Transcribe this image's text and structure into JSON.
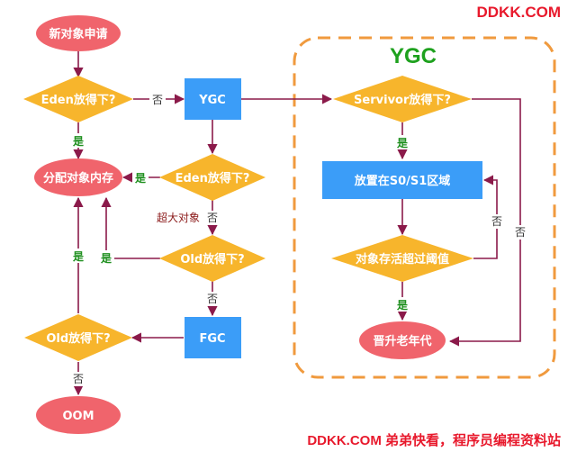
{
  "watermarks": {
    "top": "DDKK.COM",
    "bottom": "DDKK.COM 弟弟快看，程序员编程资料站"
  },
  "region": {
    "title": "YGC"
  },
  "nodes": {
    "new_object": "新对象申请",
    "eden_fit_1": "Eden放得下?",
    "ygc": "YGC",
    "allocate": "分配对象内存",
    "eden_fit_2": "Eden放得下?",
    "old_fit_1": "Old放得下?",
    "fgc": "FGC",
    "old_fit_2": "Old放得下?",
    "oom": "OOM",
    "survivor_fit": "Servivor放得下?",
    "place_s0s1": "放置在S0/S1区域",
    "age_threshold": "对象存活超过阈值",
    "promote": "晋升老年代"
  },
  "edge_labels": {
    "e1_no": "否",
    "e1_yes": "是",
    "e2_yes": "是",
    "e2_big": "超大对象",
    "e2_no": "否",
    "o1_yes": "是",
    "o1_no": "否",
    "o2_yes": "是",
    "o2_no": "否",
    "s_yes": "是",
    "s_no": "否",
    "a_yes": "是",
    "a_no": "否"
  },
  "colors": {
    "oval": "#f0646c",
    "diamond": "#f7b52c",
    "rect": "#3b9df8",
    "arrow": "#8b1a4a",
    "region_border": "#f09a3e",
    "region_title": "#1ea11e",
    "yes_label": "#1e8f1e",
    "no_label": "#333333",
    "big_label": "#8b1a1a"
  }
}
